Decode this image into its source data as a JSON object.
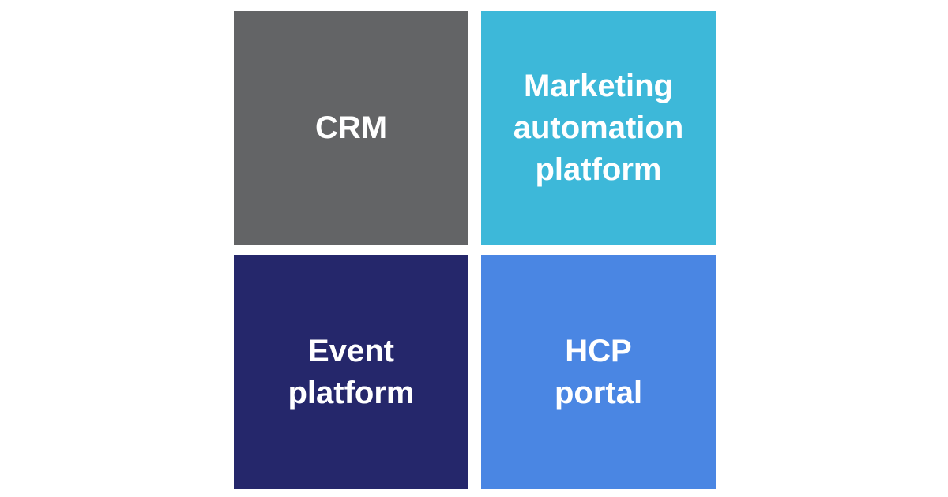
{
  "diagram": {
    "tiles": [
      {
        "label": "CRM",
        "color": "#636466",
        "position": "top-left"
      },
      {
        "label": "Marketing\nautomation\nplatform",
        "color": "#3DB8D9",
        "position": "top-right"
      },
      {
        "label": "Event\nplatform",
        "color": "#25276B",
        "position": "bottom-left"
      },
      {
        "label": "HCP\nportal",
        "color": "#4A86E3",
        "position": "bottom-right"
      }
    ]
  }
}
